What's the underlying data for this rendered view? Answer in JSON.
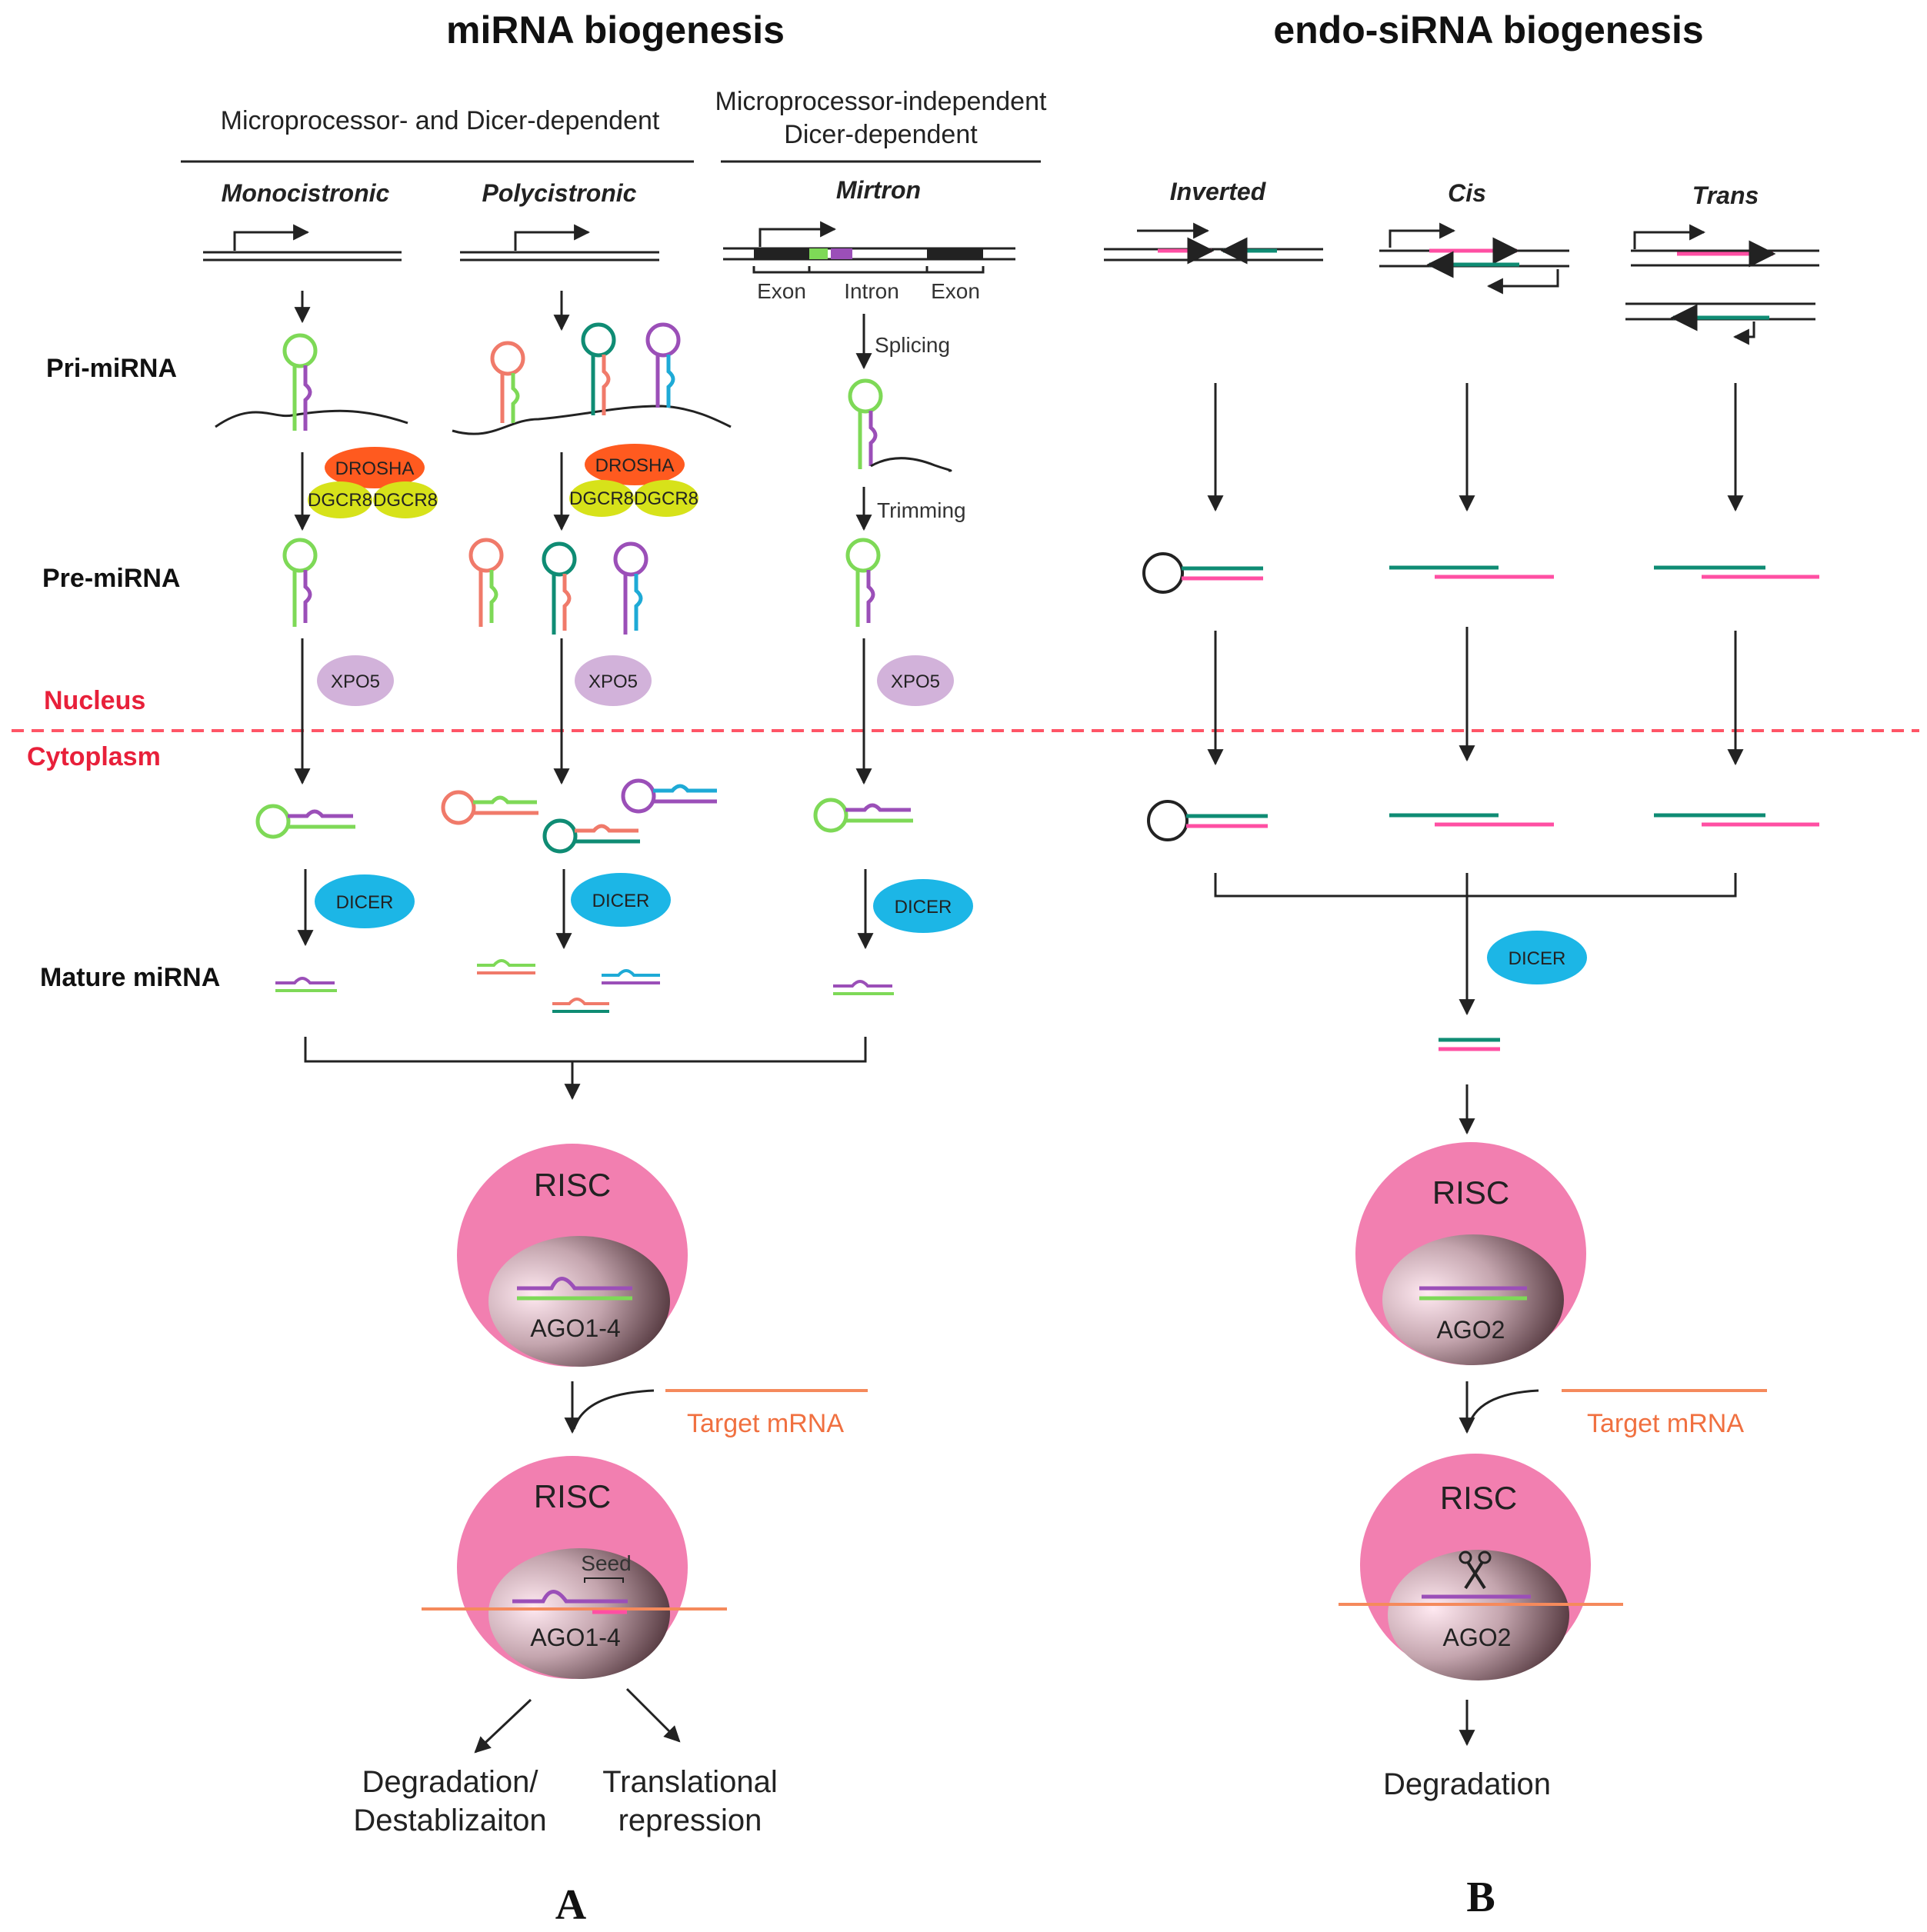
{
  "panel_a": {
    "title": "miRNA biogenesis",
    "pathway_dependent": "Microprocessor- and Dicer-dependent",
    "pathway_independent_line1": "Microprocessor-independent",
    "pathway_independent_line2": "Dicer-dependent",
    "categories": [
      "Monocistronic",
      "Polycistronic",
      "Mirtron"
    ],
    "gene_labels": [
      "Exon",
      "Intron",
      "Exon"
    ],
    "step_splicing": "Splicing",
    "step_trimming": "Trimming",
    "risc_label": "RISC",
    "ago_label": "AGO1-4",
    "seed_label": "Seed",
    "target_label": "Target mRNA",
    "outcome_left_line1": "Degradation/",
    "outcome_left_line2": "Destablizaiton",
    "outcome_right_line1": "Translational",
    "outcome_right_line2": "repression",
    "panel_letter": "A"
  },
  "panel_b": {
    "title": "endo-siRNA biogenesis",
    "categories": [
      "Inverted",
      "Cis",
      "Trans"
    ],
    "risc_label": "RISC",
    "ago_label": "AGO2",
    "target_label": "Target mRNA",
    "outcome": "Degradation",
    "panel_letter": "B"
  },
  "stages": {
    "pri": "Pri-miRNA",
    "pre": "Pre-miRNA",
    "mature": "Mature miRNA"
  },
  "compartments": {
    "nucleus": "Nucleus",
    "cytoplasm": "Cytoplasm"
  },
  "enzymes": {
    "drosha": "DROSHA",
    "dgcr8": "DGCR8",
    "xpo5": "XPO5",
    "dicer": "DICER"
  },
  "colors": {
    "green": "#7ed957",
    "salmon": "#f07a6a",
    "teal": "#0f8c74",
    "purple": "#9b4fb8",
    "cyan": "#1eaad6",
    "pink": "#ff4fa3",
    "drosha": "#ff5a1f",
    "dgcr8": "#d7e21a",
    "xpo5": "#d2b2da",
    "dicer": "#1cb6e6",
    "risc": "#f27fb0",
    "nucleus_line": "#ff5566",
    "target": "#f58a5c"
  }
}
